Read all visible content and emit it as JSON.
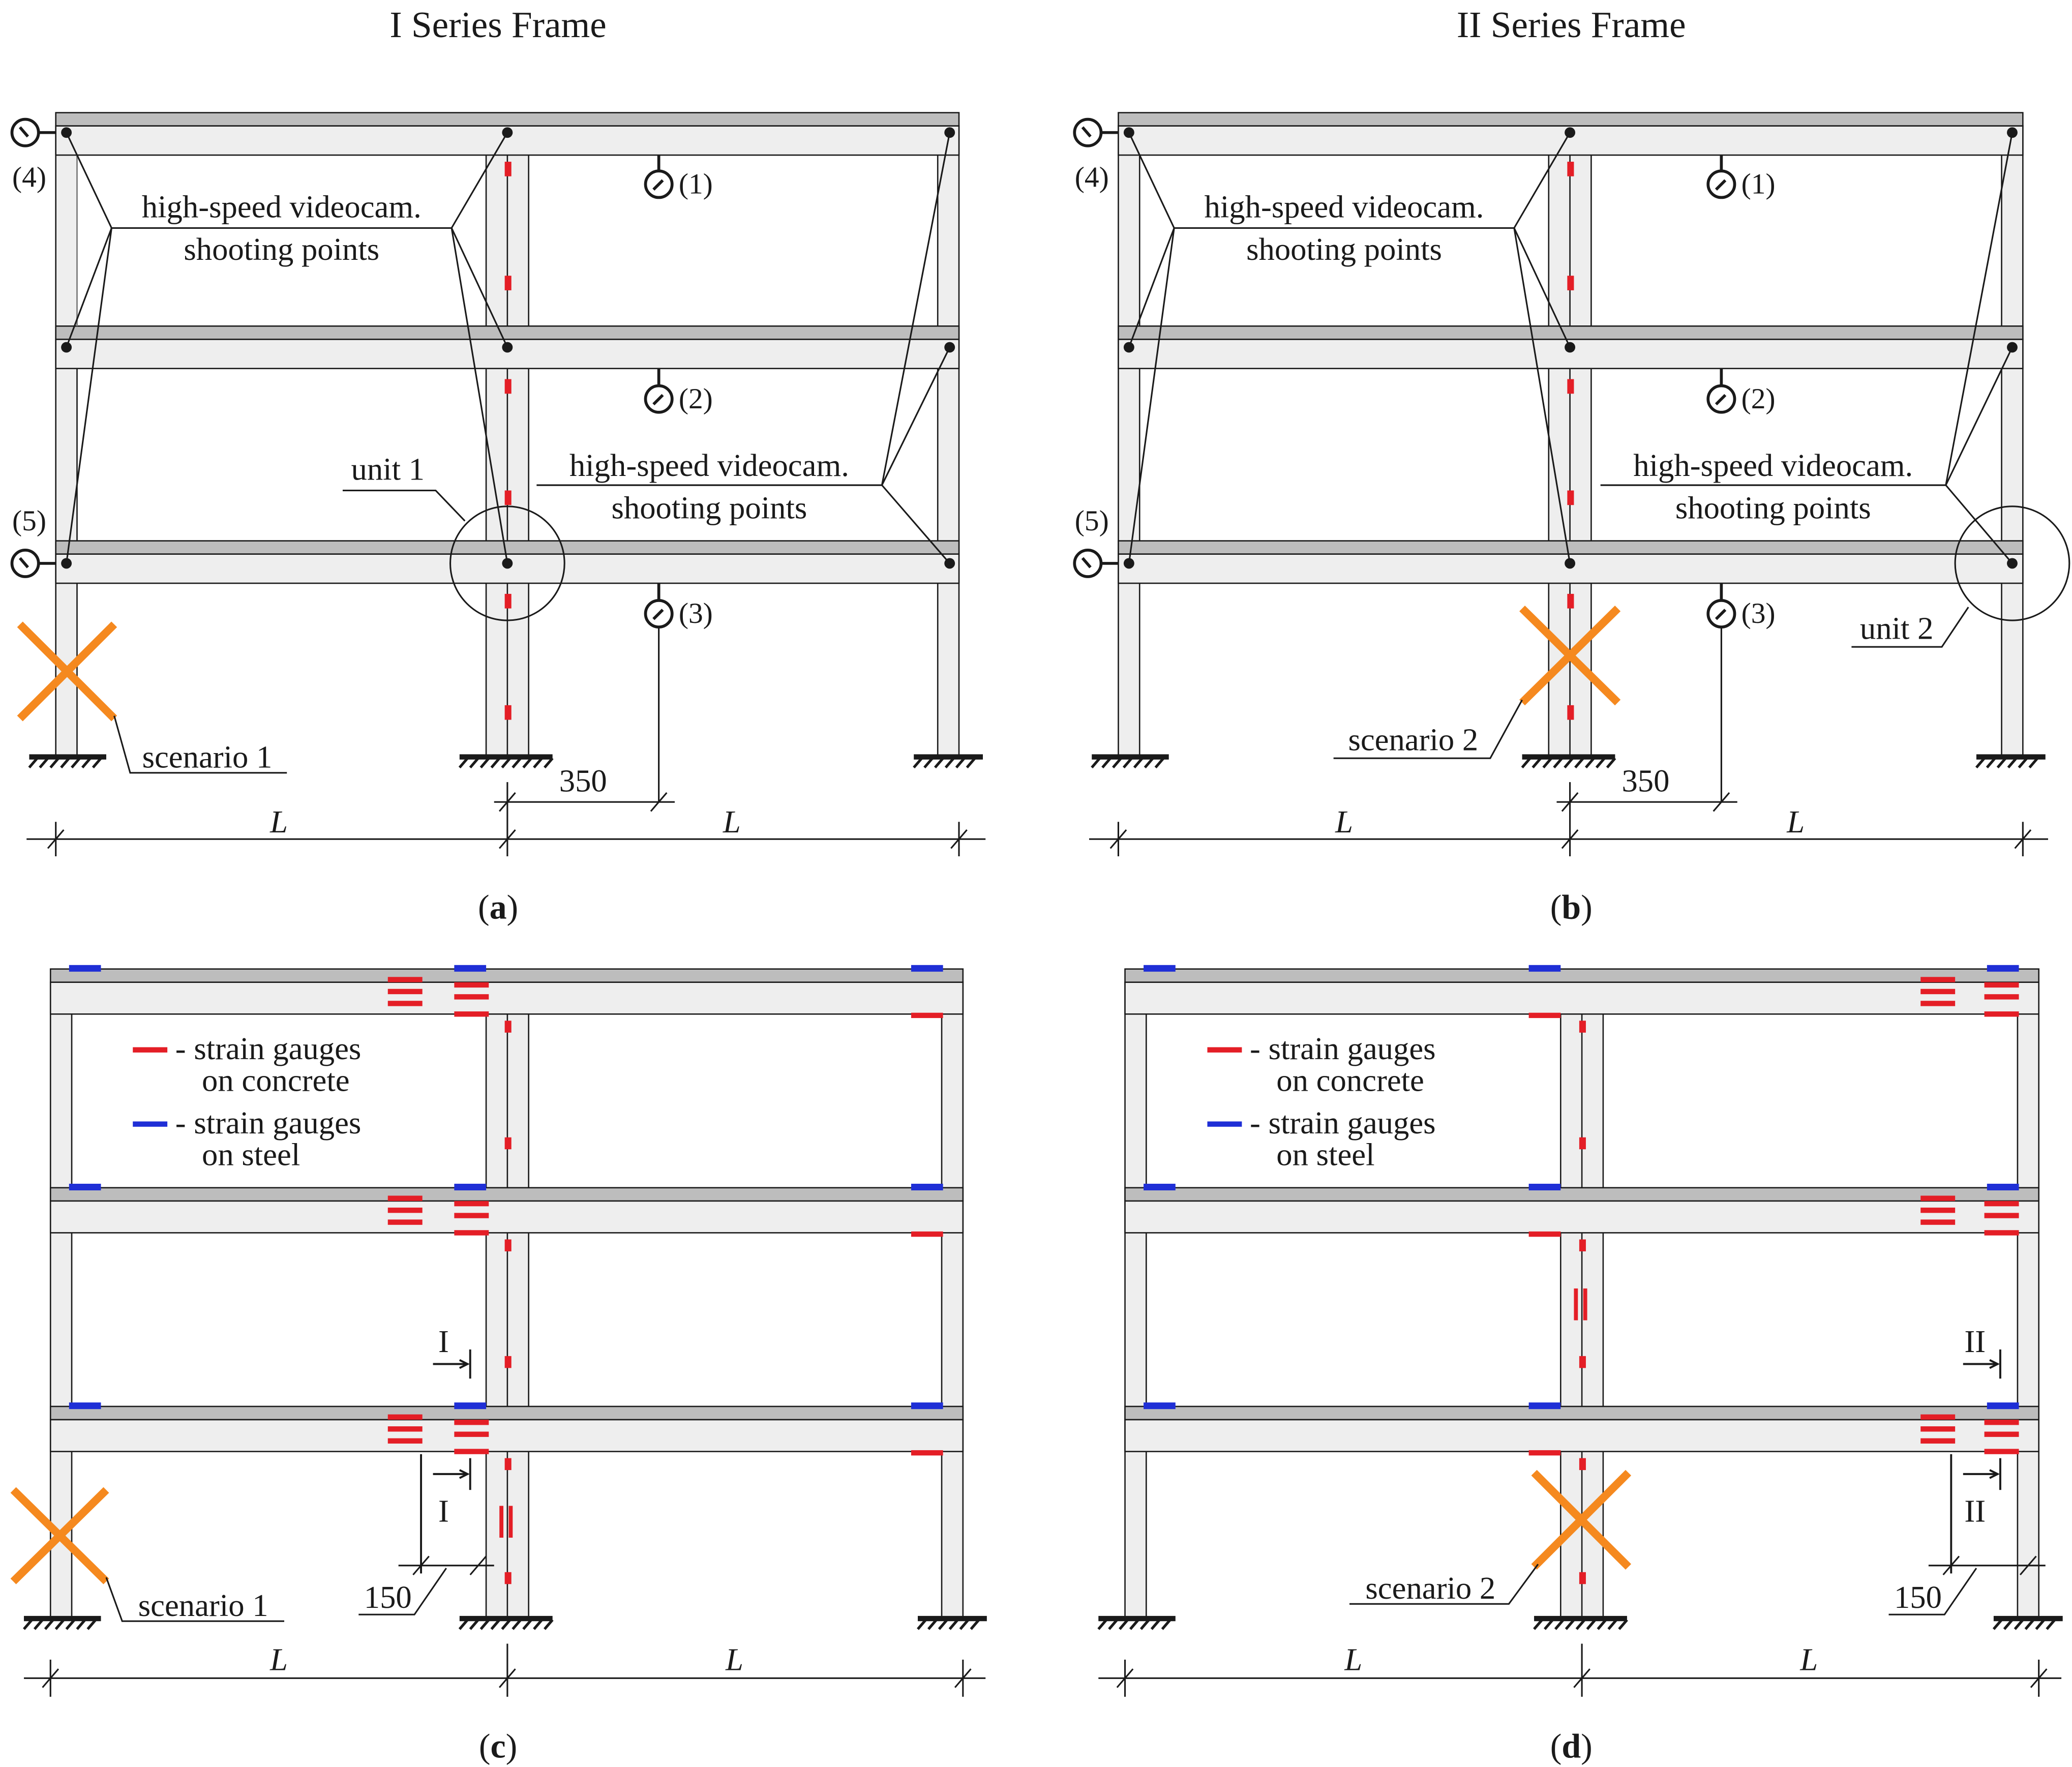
{
  "titles": {
    "left": "I Series Frame",
    "right": "II Series Frame"
  },
  "panels": {
    "a": {
      "caption_letter": "a",
      "gauge_labels": [
        "(4)",
        "(5)",
        "(1)",
        "(2)",
        "(3)"
      ],
      "shooting_label_1": [
        "high-speed videocam.",
        "shooting points"
      ],
      "shooting_label_2": [
        "high-speed videocam.",
        "shooting points"
      ],
      "unit_label": "unit 1",
      "scenario_label": "scenario 1",
      "dim_offset": "350",
      "span_label": "L"
    },
    "b": {
      "caption_letter": "b",
      "gauge_labels": [
        "(4)",
        "(5)",
        "(1)",
        "(2)",
        "(3)"
      ],
      "shooting_label_1": [
        "high-speed videocam.",
        "shooting points"
      ],
      "shooting_label_2": [
        "high-speed videocam.",
        "shooting points"
      ],
      "unit_label": "unit 2",
      "scenario_label": "scenario 2",
      "dim_offset": "350",
      "span_label": "L"
    },
    "c": {
      "caption_letter": "c",
      "legend": [
        {
          "symbol": "red",
          "line1": "- strain gauges",
          "line2": "on concrete"
        },
        {
          "symbol": "blue",
          "line1": "- strain gauges",
          "line2": "on steel"
        }
      ],
      "section_label": "I",
      "scenario_label": "scenario 1",
      "dim_offset": "150",
      "span_label": "L"
    },
    "d": {
      "caption_letter": "d",
      "legend": [
        {
          "symbol": "red",
          "line1": "- strain gauges",
          "line2": "on concrete"
        },
        {
          "symbol": "blue",
          "line1": "- strain gauges",
          "line2": "on steel"
        }
      ],
      "section_label": "II",
      "scenario_label": "scenario 2",
      "dim_offset": "150",
      "span_label": "L"
    }
  },
  "colors": {
    "frame_fill": "#eeeeee",
    "slab_fill": "#bdbdbd",
    "line": "#1a1a1a",
    "concrete_gauge": "#e41e26",
    "steel_gauge": "#1f2fd6",
    "failure_cross": "#f5891f"
  }
}
